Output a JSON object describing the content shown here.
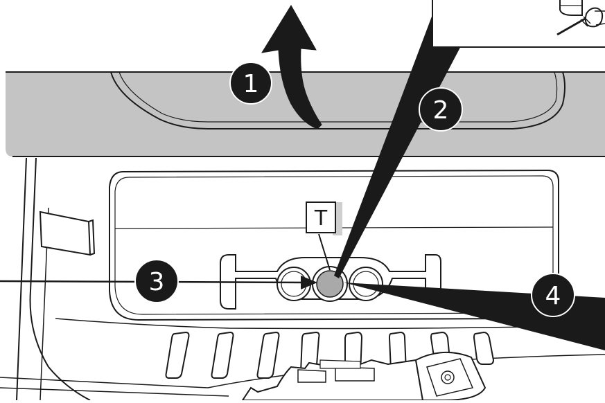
{
  "diagram": {
    "callouts": [
      {
        "id": "step-1",
        "label": "1"
      },
      {
        "id": "step-2",
        "label": "2"
      },
      {
        "id": "step-3",
        "label": "3"
      },
      {
        "id": "step-4",
        "label": "4"
      }
    ],
    "marker": {
      "label": "T"
    },
    "colors": {
      "line": "#1a1a1a",
      "cover": "#c4c4c4",
      "cap": "#a9a9a9",
      "callout_fill": "#1a1a1a",
      "callout_text": "#ffffff",
      "background": "#ffffff"
    }
  }
}
